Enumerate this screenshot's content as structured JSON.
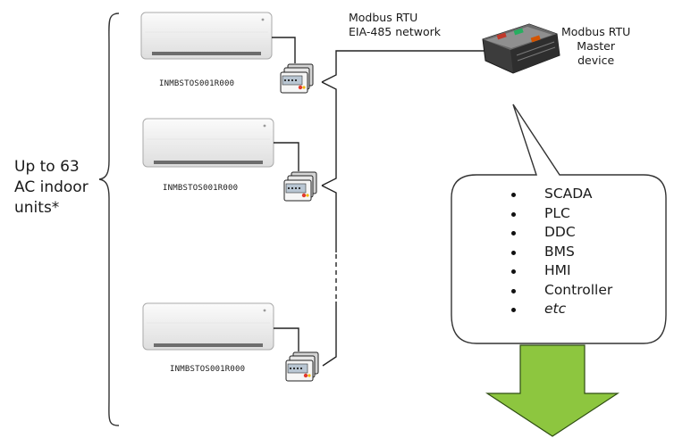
{
  "side_label": [
    "Up to 63",
    "AC indoor",
    "units*"
  ],
  "units": [
    {
      "model": "INMBSTOS001R000"
    },
    {
      "model": "INMBSTOS001R000"
    },
    {
      "model": "INMBSTOS001R000"
    }
  ],
  "network_label": [
    "Modbus RTU",
    "EIA-485 network"
  ],
  "master_label": [
    "Modbus RTU",
    "Master",
    "device"
  ],
  "systems": [
    "SCADA",
    "PLC",
    "DDC",
    "BMS",
    "HMI",
    "Controller",
    "etc"
  ],
  "colors": {
    "arrow_fill": "#8dc63f",
    "arrow_stroke": "#2e4d12",
    "line": "#222222"
  }
}
